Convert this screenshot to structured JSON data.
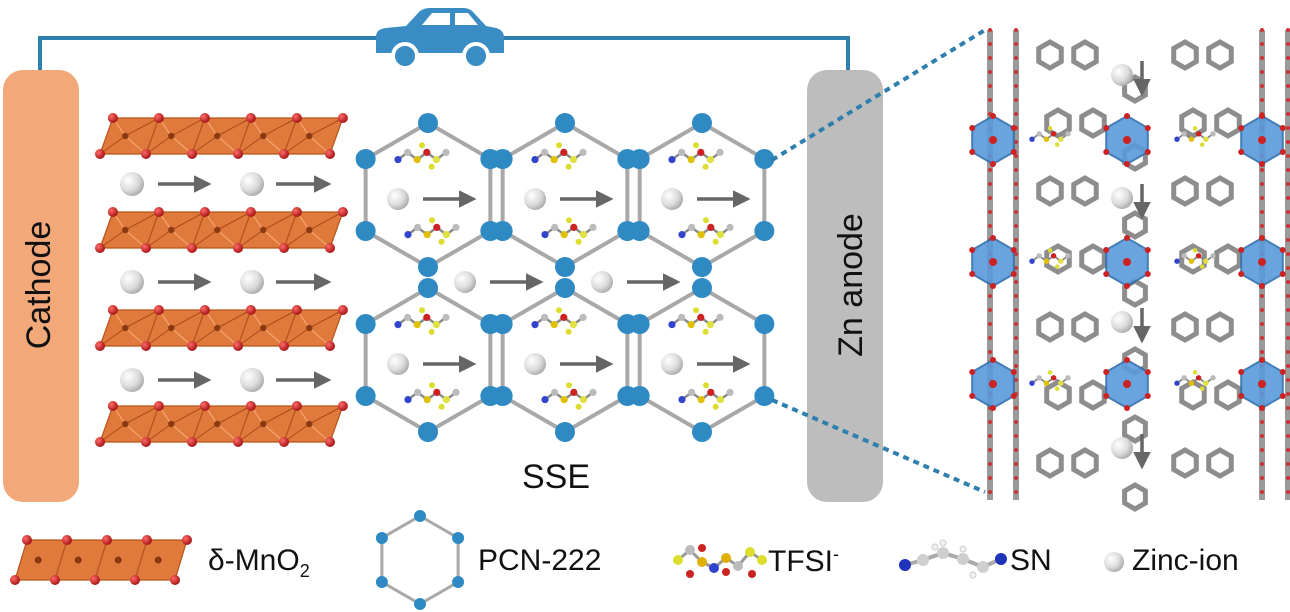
{
  "electrodes": {
    "cathode_label": "Cathode",
    "anode_label": "Zn anode"
  },
  "electrolyte": {
    "label": "SSE"
  },
  "legend": {
    "items": [
      {
        "label_main": "δ-MnO",
        "label_sub": "2",
        "icon": "mno2-octahedra-icon"
      },
      {
        "label_main": "PCN-222",
        "label_sub": "",
        "icon": "hexagon-framework-icon"
      },
      {
        "label_main": "TFSI",
        "label_sup": "-",
        "icon": "tfsi-molecule-icon"
      },
      {
        "label_main": "SN",
        "label_sub": "",
        "icon": "sn-molecule-icon"
      },
      {
        "label_main": "Zinc-ion",
        "label_sub": "",
        "icon": "zinc-ion-sphere-icon"
      }
    ]
  },
  "colors": {
    "cathode": "#f2a878",
    "anode": "#bdbdbd",
    "wire": "#2e7fad",
    "car": "#3a8cc4",
    "node": "#2f8ac4",
    "hex_edge": "#a8a8a8",
    "mno2": "#e07a3c",
    "oxygen": "#cc1f1f",
    "arrow": "#666666",
    "mof_rod": "#9a9a9a",
    "zr_cluster": "#5a9bdc"
  },
  "icons": [
    "car-icon",
    "mof-crystal-structure"
  ]
}
